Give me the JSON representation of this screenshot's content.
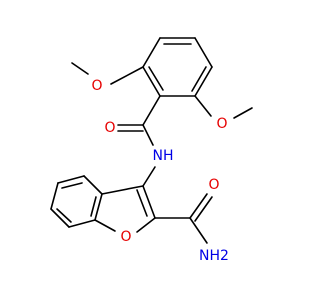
{
  "molecule": {
    "atoms": {
      "o_methoxy_top": "O",
      "o_methoxy_right": "O",
      "o_amide_carbonyl": "O",
      "n_amide": "NH",
      "o_furan": "O",
      "o_carboxamide": "O",
      "n_carboxamide": "NH2"
    },
    "colors": {
      "bond": "#000000",
      "oxygen": "#e60000",
      "nitrogen": "#0000e6",
      "background": "#ffffff"
    }
  }
}
